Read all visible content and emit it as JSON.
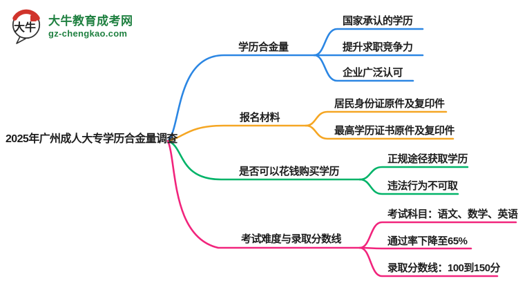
{
  "brand": {
    "name": "大牛教育成考网",
    "domain": "gz-chengkao.com",
    "icon_text": "大牛",
    "brand_green": "#1f8040",
    "seal_red": "#d0342c"
  },
  "mindmap": {
    "root": {
      "label": "2025年广州成人大专学历合金量调查"
    },
    "branches": [
      {
        "label": "学历合金量",
        "color": "#2b86e3",
        "children": [
          {
            "label": "国家承认的学历"
          },
          {
            "label": "提升求职竞争力"
          },
          {
            "label": "企业广泛认可"
          }
        ]
      },
      {
        "label": "报名材料",
        "color": "#f5a623",
        "children": [
          {
            "label": "居民身份证原件及复印件"
          },
          {
            "label": "最高学历证书原件及复印件"
          }
        ]
      },
      {
        "label": "是否可以花钱购买学历",
        "color": "#00b368",
        "children": [
          {
            "label": "正规途径获取学历"
          },
          {
            "label": "违法行为不可取"
          }
        ]
      },
      {
        "label": "考试难度与录取分数线",
        "color": "#f1247c",
        "children": [
          {
            "label": "考试科目：语文、数学、英语"
          },
          {
            "label": "通过率下降至65%"
          },
          {
            "label": "录取分数线：100到150分"
          }
        ]
      }
    ]
  }
}
